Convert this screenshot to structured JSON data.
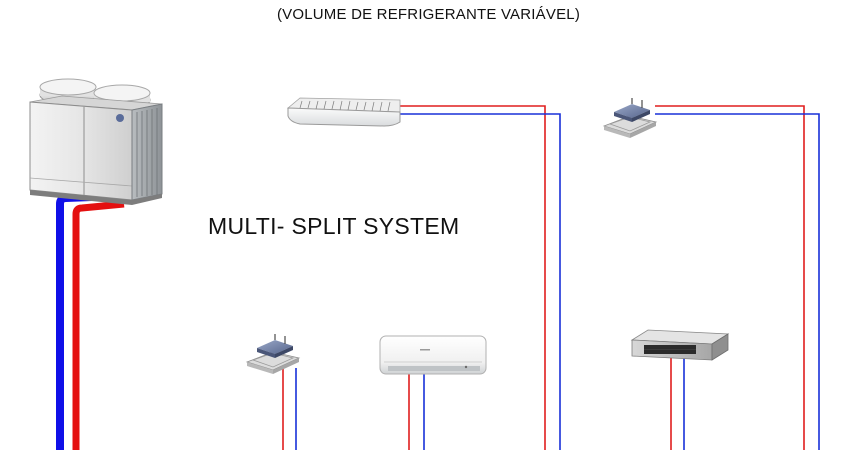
{
  "header": {
    "caption": "(VOLUME DE REFRIGERANTE VARIÁVEL)"
  },
  "diagram": {
    "label": "MULTI- SPLIT SYSTEM"
  },
  "colors": {
    "liquid_line": "#e01e1e",
    "gas_line": "#1830d8",
    "main_liquid": "#e41010",
    "main_gas": "#1010e8"
  },
  "units": [
    {
      "name": "outdoor-unit",
      "kind": "vrf-condenser",
      "icon": "outdoor-condenser-icon"
    },
    {
      "name": "ceiling-unit",
      "kind": "ceiling-suspended",
      "icon": "ceiling-unit-icon"
    },
    {
      "name": "cassette-unit-top",
      "kind": "cassette",
      "icon": "cassette-icon"
    },
    {
      "name": "cassette-unit-bottom",
      "kind": "cassette",
      "icon": "cassette-icon"
    },
    {
      "name": "wall-split-unit",
      "kind": "wall-mounted",
      "icon": "wall-split-icon"
    },
    {
      "name": "duct-unit",
      "kind": "ducted",
      "icon": "duct-unit-icon"
    }
  ]
}
